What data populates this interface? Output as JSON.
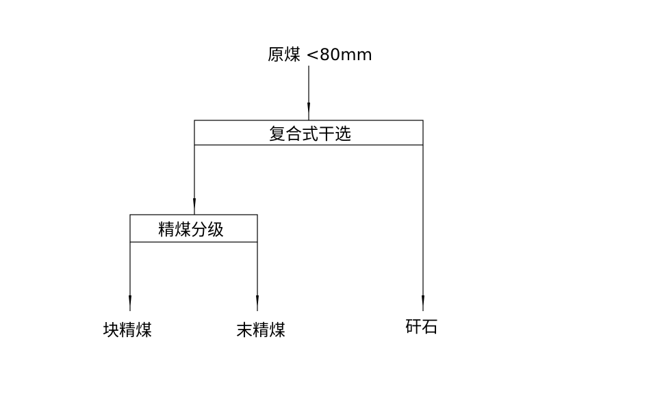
{
  "diagram": {
    "input": {
      "label": "原煤 <80mm"
    },
    "process_main": {
      "label": "复合式干选"
    },
    "process_sub": {
      "label": "精煤分级"
    },
    "outputs": {
      "lump": {
        "label": "块精煤"
      },
      "fine": {
        "label": "末精煤"
      },
      "gangue": {
        "label": "矸石"
      }
    }
  }
}
